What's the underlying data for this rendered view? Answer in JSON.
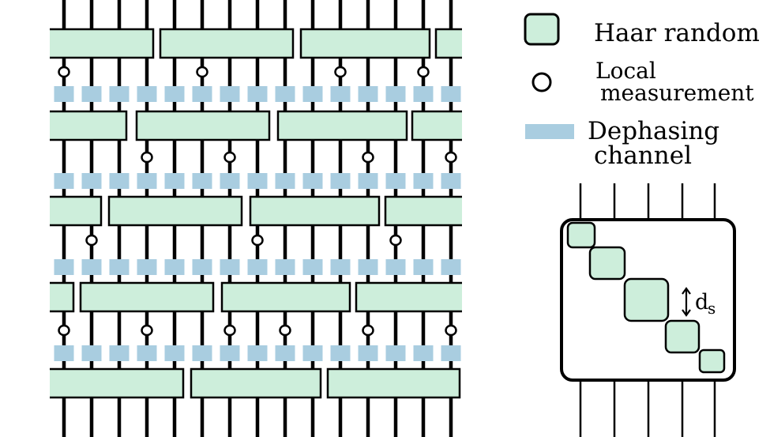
{
  "legend": {
    "haar_label": "Haar random",
    "measurement_label_line1": "Local",
    "measurement_label_line2": "measurement",
    "dephasing_label_line1": "Dephasing",
    "dephasing_label_line2": "channel"
  },
  "inset": {
    "block_size_label": "d",
    "block_size_subscript": "s"
  },
  "colors": {
    "haar_fill": "#cdeedb",
    "dephasing_fill": "#a9cde0",
    "wire": "#000000"
  }
}
